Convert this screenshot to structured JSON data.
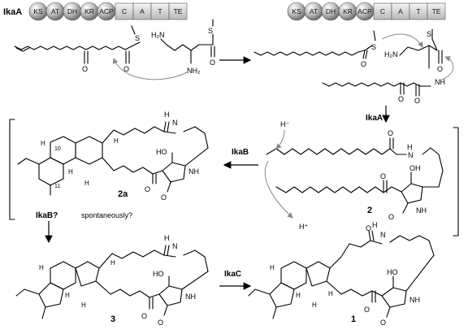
{
  "enzymes": {
    "ikaA_top": "IkaA",
    "ikaA_mid": "IkaA",
    "ikaB": "IkaB",
    "ikaB_q": "IkaB?",
    "ikaC": "IkaC"
  },
  "domains_left": [
    {
      "label": "KS",
      "shape": "circle"
    },
    {
      "label": "AT",
      "shape": "circle"
    },
    {
      "label": "DH",
      "shape": "circle"
    },
    {
      "label": "KR",
      "shape": "circle"
    },
    {
      "label": "ACP",
      "shape": "circle"
    },
    {
      "label": "C",
      "shape": "box"
    },
    {
      "label": "A",
      "shape": "box"
    },
    {
      "label": "T",
      "shape": "box"
    },
    {
      "label": "TE",
      "shape": "box"
    }
  ],
  "domains_right": [
    {
      "label": "KS",
      "shape": "circle"
    },
    {
      "label": "AT",
      "shape": "circle"
    },
    {
      "label": "DH",
      "shape": "circle"
    },
    {
      "label": "KR",
      "shape": "circle"
    },
    {
      "label": "ACP",
      "shape": "circle"
    },
    {
      "label": "C",
      "shape": "box"
    },
    {
      "label": "A",
      "shape": "box"
    },
    {
      "label": "T",
      "shape": "box"
    },
    {
      "label": "TE",
      "shape": "box"
    }
  ],
  "atoms": {
    "s": "S",
    "o": "O",
    "h": "H",
    "h2n": "H₂N",
    "nh2": "NH₂",
    "nh": "NH",
    "hn": "HN",
    "n": "N",
    "ho": "HO",
    "oh": "OH",
    "hminus": "H⁻",
    "hplus": "H⁺",
    "h_italic": "H",
    "num10": "10",
    "num11": "11"
  },
  "compounds": {
    "c2a": "2a",
    "c2": "2",
    "c3": "3",
    "c1": "1"
  },
  "notes": {
    "spontaneous": "spontaneously?"
  },
  "colors": {
    "domain_fill_light": "#e6e6e6",
    "domain_fill_dark": "#8c8c8c",
    "line": "#000000",
    "grey_line": "#888888"
  }
}
